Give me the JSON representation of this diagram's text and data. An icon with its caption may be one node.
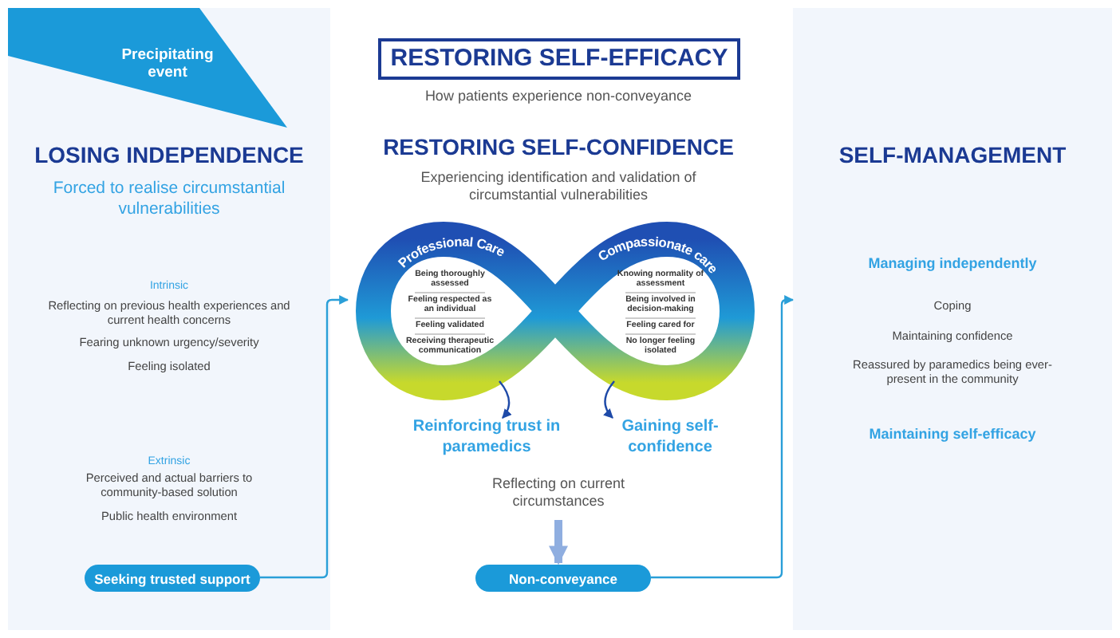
{
  "diagram": {
    "title": "RESTORING SELF-EFFICACY",
    "nodes": [
      {
        "text": [
          "LOSING INDEPENDENCE"
        ]
      },
      {
        "text": [
          "Precipitating event"
        ],
        "in": 0
      },
      {
        "text": [
          "Seeking trusted support"
        ],
        "in": 0
      },
      {
        "text": [
          "Professional Care",
          "Being thoroughly assessed",
          "Feeling respected as an individual",
          "Feeling validated",
          "Receiving therapeutic communication"
        ]
      },
      {
        "text": [
          "Compassionate care",
          "Knowing normality of assessment",
          "Being involved in decision-making",
          "Feeling cared for",
          "No longer feeling isolated"
        ]
      },
      {
        "text": [
          "Reinforcing trust in paramedics"
        ]
      },
      {
        "text": [
          "Gaining self-confidence"
        ]
      },
      {
        "text": [
          "Reflecting on current circumstances"
        ]
      },
      {
        "text": [
          "Non-conveyance"
        ]
      },
      {
        "text": [
          "SELF-MANAGEMENT"
        ]
      }
    ],
    "edges": [
      {
        "from": 2,
        "to": 3,
        "arrow": "to"
      },
      {
        "from": 3,
        "to": 5,
        "arrow": "to",
        "color": "#1e4aa8"
      },
      {
        "from": 4,
        "to": 6,
        "arrow": "to",
        "color": "#1e4aa8"
      },
      {
        "from": 7,
        "to": 8,
        "arrow": "to",
        "style": "thick",
        "color": "#8faee0"
      },
      {
        "from": 8,
        "to": 9,
        "arrow": "to"
      }
    ],
    "labels": [
      "How patients experience non-conveyance",
      "Forced to realise circumstantial vulnerabilities",
      "Intrinsic",
      "Reflecting on previous health experiences and current health concerns",
      "Fearing unknown urgency/severity",
      "Feeling isolated",
      "Extrinsic",
      "Perceived and actual barriers to community-based solution",
      "Public health environment",
      "RESTORING SELF-CONFIDENCE",
      "Experiencing identification and validation of circumstantial vulnerabilities",
      "Managing independently",
      "Coping",
      "Maintaining confidence",
      "Reassured by paramedics being ever-present in the community",
      "Maintaining self-efficacy"
    ]
  }
}
